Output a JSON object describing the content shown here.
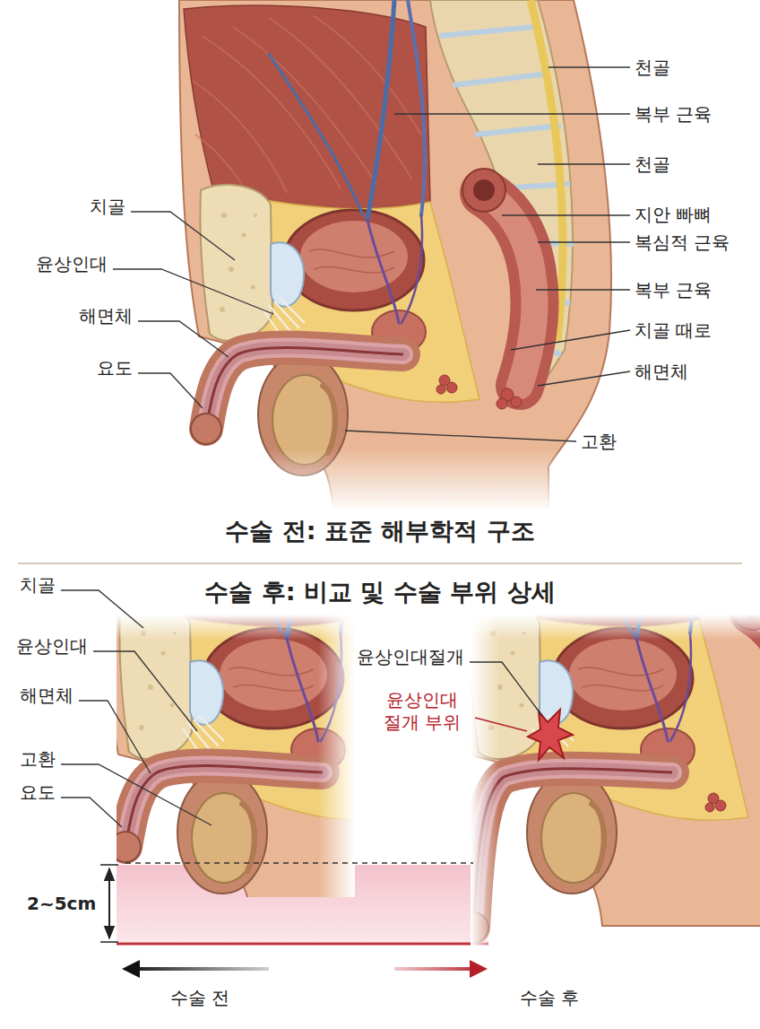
{
  "diagram": {
    "labels": [
      "치골",
      "윤상인대",
      "해면체",
      "요도",
      "천골",
      "복부 근육",
      "천골",
      "지안 빠뼈",
      "복심적 근육",
      "복부 근육",
      "치골 때로",
      "해면체",
      "고환",
      "수술 전: 표준 해부학적 구조",
      "수술 후: 비교 및 수술 부위 상세",
      "치골",
      "윤상인대",
      "해면체",
      "고환",
      "요도",
      "윤상인대절개",
      "윤상인대 절개 부위",
      "2~5cm",
      "수술 전",
      "수술 후"
    ]
  }
}
